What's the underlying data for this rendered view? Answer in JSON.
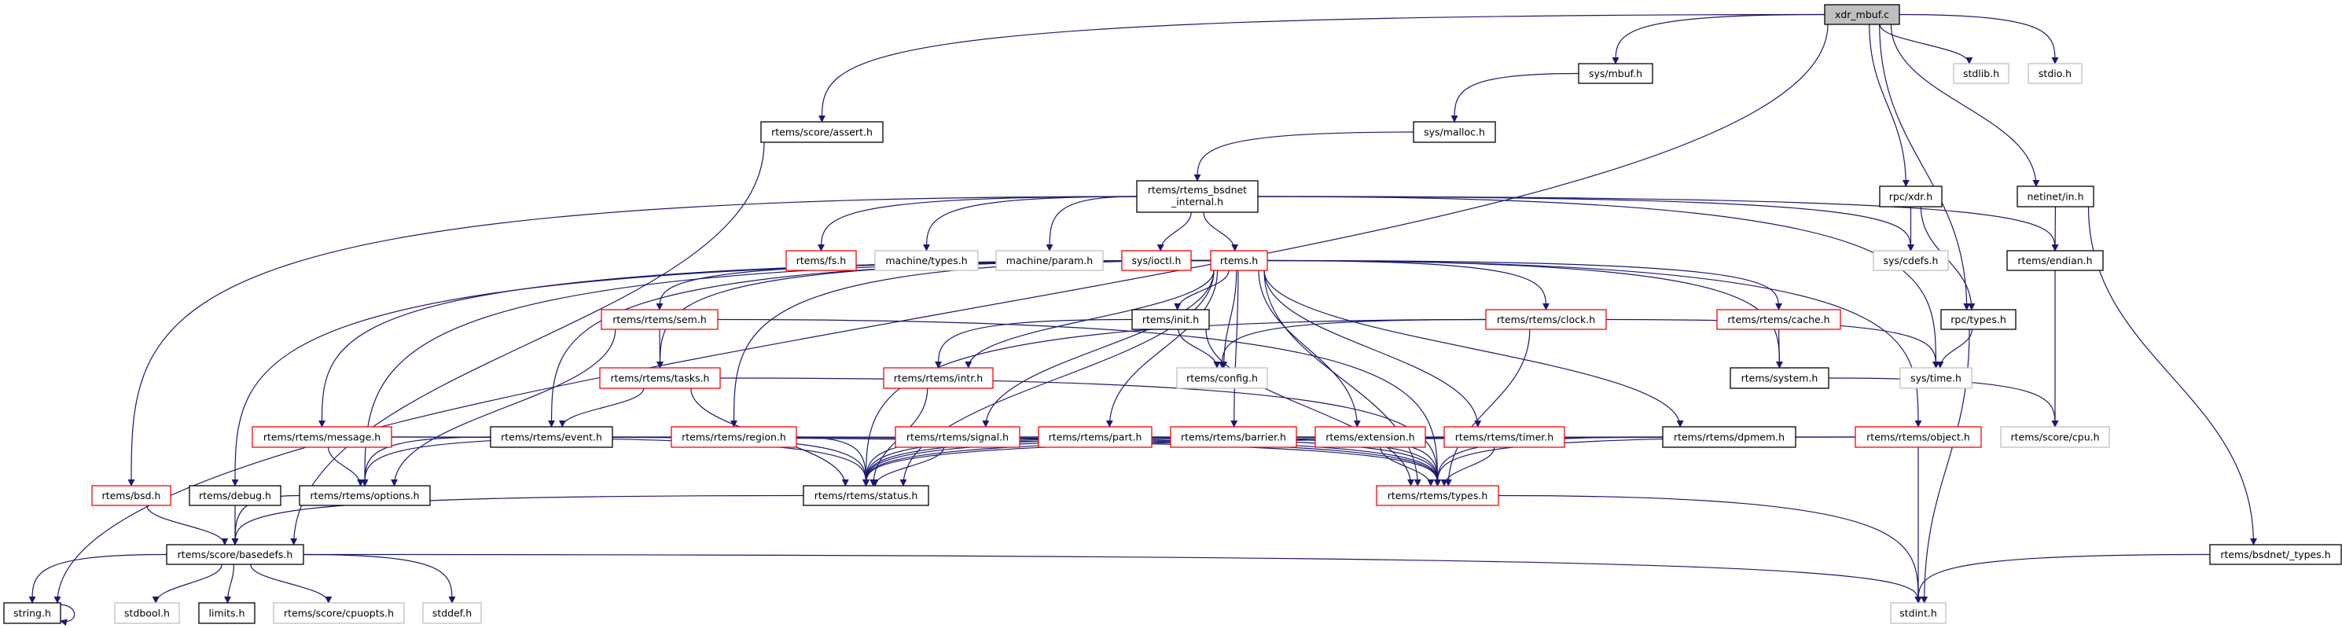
{
  "graph": {
    "edge_color": "#191970",
    "border_colors": {
      "documented": "#000000",
      "incomplete": "#ff0000",
      "external": "#bfbfbf"
    },
    "root_fill": "#bfbfbf"
  },
  "nodes": [
    {
      "id": "xdr_mbuf_c",
      "label": "xdr_mbuf.c",
      "style": "root"
    },
    {
      "id": "sys_mbuf",
      "label": "sys/mbuf.h",
      "style": "documented"
    },
    {
      "id": "stdlib",
      "label": "stdlib.h",
      "style": "external"
    },
    {
      "id": "stdio",
      "label": "stdio.h",
      "style": "external"
    },
    {
      "id": "assert",
      "label": "rtems/score/assert.h",
      "style": "documented"
    },
    {
      "id": "malloc",
      "label": "sys/malloc.h",
      "style": "documented"
    },
    {
      "id": "bsdnet_internal",
      "label": "rtems/rtems_bsdnet_internal.h",
      "label_lines": [
        "rtems/rtems_bsdnet",
        "_internal.h"
      ],
      "style": "documented"
    },
    {
      "id": "rpc_xdr",
      "label": "rpc/xdr.h",
      "style": "documented"
    },
    {
      "id": "netinet_in",
      "label": "netinet/in.h",
      "style": "documented"
    },
    {
      "id": "fs",
      "label": "rtems/fs.h",
      "style": "incomplete"
    },
    {
      "id": "machine_types",
      "label": "machine/types.h",
      "style": "external"
    },
    {
      "id": "machine_param",
      "label": "machine/param.h",
      "style": "external"
    },
    {
      "id": "ioctl",
      "label": "sys/ioctl.h",
      "style": "incomplete"
    },
    {
      "id": "rtems_h",
      "label": "rtems.h",
      "style": "incomplete"
    },
    {
      "id": "cdefs",
      "label": "sys/cdefs.h",
      "style": "external"
    },
    {
      "id": "endian",
      "label": "rtems/endian.h",
      "style": "documented"
    },
    {
      "id": "sem",
      "label": "rtems/rtems/sem.h",
      "style": "incomplete"
    },
    {
      "id": "init",
      "label": "rtems/init.h",
      "style": "documented"
    },
    {
      "id": "clock",
      "label": "rtems/rtems/clock.h",
      "style": "incomplete"
    },
    {
      "id": "cache",
      "label": "rtems/rtems/cache.h",
      "style": "incomplete"
    },
    {
      "id": "rpc_types",
      "label": "rpc/types.h",
      "style": "documented"
    },
    {
      "id": "tasks",
      "label": "rtems/rtems/tasks.h",
      "style": "incomplete"
    },
    {
      "id": "intr",
      "label": "rtems/rtems/intr.h",
      "style": "incomplete"
    },
    {
      "id": "config",
      "label": "rtems/config.h",
      "style": "external"
    },
    {
      "id": "system",
      "label": "rtems/system.h",
      "style": "documented"
    },
    {
      "id": "sys_time",
      "label": "sys/time.h",
      "style": "external"
    },
    {
      "id": "message",
      "label": "rtems/rtems/message.h",
      "style": "incomplete"
    },
    {
      "id": "event",
      "label": "rtems/rtems/event.h",
      "style": "documented"
    },
    {
      "id": "region",
      "label": "rtems/rtems/region.h",
      "style": "incomplete"
    },
    {
      "id": "signal",
      "label": "rtems/rtems/signal.h",
      "style": "incomplete"
    },
    {
      "id": "part",
      "label": "rtems/rtems/part.h",
      "style": "incomplete"
    },
    {
      "id": "barrier",
      "label": "rtems/rtems/barrier.h",
      "style": "incomplete"
    },
    {
      "id": "extension",
      "label": "rtems/extension.h",
      "style": "incomplete"
    },
    {
      "id": "timer",
      "label": "rtems/rtems/timer.h",
      "style": "incomplete"
    },
    {
      "id": "dpmem",
      "label": "rtems/rtems/dpmem.h",
      "style": "documented"
    },
    {
      "id": "object",
      "label": "rtems/rtems/object.h",
      "style": "incomplete"
    },
    {
      "id": "cpu",
      "label": "rtems/score/cpu.h",
      "style": "external"
    },
    {
      "id": "bsd",
      "label": "rtems/bsd.h",
      "style": "incomplete"
    },
    {
      "id": "debug",
      "label": "rtems/debug.h",
      "style": "documented"
    },
    {
      "id": "options",
      "label": "rtems/rtems/options.h",
      "style": "documented"
    },
    {
      "id": "status",
      "label": "rtems/rtems/status.h",
      "style": "documented"
    },
    {
      "id": "types",
      "label": "rtems/rtems/types.h",
      "style": "incomplete"
    },
    {
      "id": "basedefs",
      "label": "rtems/score/basedefs.h",
      "style": "documented"
    },
    {
      "id": "bsdnet_types",
      "label": "rtems/bsdnet/_types.h",
      "style": "documented"
    },
    {
      "id": "string",
      "label": "string.h",
      "style": "documented"
    },
    {
      "id": "stdbool",
      "label": "stdbool.h",
      "style": "external"
    },
    {
      "id": "limits",
      "label": "limits.h",
      "style": "documented"
    },
    {
      "id": "cpuopts",
      "label": "rtems/score/cpuopts.h",
      "style": "external"
    },
    {
      "id": "stddef",
      "label": "stddef.h",
      "style": "external"
    },
    {
      "id": "stdint",
      "label": "stdint.h",
      "style": "external"
    }
  ],
  "edges": [
    [
      "xdr_mbuf_c",
      "string"
    ],
    [
      "xdr_mbuf_c",
      "assert"
    ],
    [
      "xdr_mbuf_c",
      "sys_mbuf"
    ],
    [
      "xdr_mbuf_c",
      "stdlib"
    ],
    [
      "xdr_mbuf_c",
      "stdio"
    ],
    [
      "xdr_mbuf_c",
      "rpc_xdr"
    ],
    [
      "xdr_mbuf_c",
      "netinet_in"
    ],
    [
      "xdr_mbuf_c",
      "rpc_types"
    ],
    [
      "sys_mbuf",
      "malloc"
    ],
    [
      "malloc",
      "bsdnet_internal"
    ],
    [
      "assert",
      "basedefs"
    ],
    [
      "bsdnet_internal",
      "bsd"
    ],
    [
      "bsdnet_internal",
      "fs"
    ],
    [
      "bsdnet_internal",
      "machine_types"
    ],
    [
      "bsdnet_internal",
      "machine_param"
    ],
    [
      "bsdnet_internal",
      "ioctl"
    ],
    [
      "bsdnet_internal",
      "rtems_h"
    ],
    [
      "bsdnet_internal",
      "cdefs"
    ],
    [
      "bsdnet_internal",
      "endian"
    ],
    [
      "bsdnet_internal",
      "sys_time"
    ],
    [
      "rpc_xdr",
      "cdefs"
    ],
    [
      "rpc_xdr",
      "rpc_types"
    ],
    [
      "netinet_in",
      "endian"
    ],
    [
      "netinet_in",
      "bsdnet_types"
    ],
    [
      "endian",
      "cpu"
    ],
    [
      "rpc_types",
      "sys_time"
    ],
    [
      "rpc_types",
      "stdint"
    ],
    [
      "rtems_h",
      "sem"
    ],
    [
      "rtems_h",
      "tasks"
    ],
    [
      "rtems_h",
      "init"
    ],
    [
      "rtems_h",
      "config"
    ],
    [
      "rtems_h",
      "intr"
    ],
    [
      "rtems_h",
      "clock"
    ],
    [
      "rtems_h",
      "cache"
    ],
    [
      "rtems_h",
      "system"
    ],
    [
      "rtems_h",
      "message"
    ],
    [
      "rtems_h",
      "event"
    ],
    [
      "rtems_h",
      "region"
    ],
    [
      "rtems_h",
      "signal"
    ],
    [
      "rtems_h",
      "part"
    ],
    [
      "rtems_h",
      "barrier"
    ],
    [
      "rtems_h",
      "extension"
    ],
    [
      "rtems_h",
      "timer"
    ],
    [
      "rtems_h",
      "dpmem"
    ],
    [
      "rtems_h",
      "object"
    ],
    [
      "rtems_h",
      "status"
    ],
    [
      "rtems_h",
      "types"
    ],
    [
      "rtems_h",
      "debug"
    ],
    [
      "rtems_h",
      "options"
    ],
    [
      "sem",
      "tasks"
    ],
    [
      "sem",
      "options"
    ],
    [
      "sem",
      "types"
    ],
    [
      "tasks",
      "event"
    ],
    [
      "tasks",
      "status"
    ],
    [
      "tasks",
      "types"
    ],
    [
      "event",
      "options"
    ],
    [
      "event",
      "status"
    ],
    [
      "event",
      "types"
    ],
    [
      "message",
      "options"
    ],
    [
      "message",
      "status"
    ],
    [
      "message",
      "types"
    ],
    [
      "region",
      "options"
    ],
    [
      "region",
      "status"
    ],
    [
      "region",
      "types"
    ],
    [
      "init",
      "intr"
    ],
    [
      "init",
      "config"
    ],
    [
      "init",
      "types"
    ],
    [
      "clock",
      "config"
    ],
    [
      "clock",
      "status"
    ],
    [
      "clock",
      "sys_time"
    ],
    [
      "clock",
      "types"
    ],
    [
      "cache",
      "system"
    ],
    [
      "system",
      "cpu"
    ],
    [
      "intr",
      "status"
    ],
    [
      "signal",
      "status"
    ],
    [
      "signal",
      "types"
    ],
    [
      "part",
      "status"
    ],
    [
      "part",
      "types"
    ],
    [
      "barrier",
      "status"
    ],
    [
      "barrier",
      "types"
    ],
    [
      "extension",
      "status"
    ],
    [
      "extension",
      "types"
    ],
    [
      "timer",
      "status"
    ],
    [
      "timer",
      "types"
    ],
    [
      "dpmem",
      "status"
    ],
    [
      "dpmem",
      "types"
    ],
    [
      "object",
      "status"
    ],
    [
      "object",
      "types"
    ],
    [
      "object",
      "stdint"
    ],
    [
      "types",
      "stdint"
    ],
    [
      "status",
      "basedefs"
    ],
    [
      "options",
      "basedefs"
    ],
    [
      "bsd",
      "basedefs"
    ],
    [
      "debug",
      "basedefs"
    ],
    [
      "basedefs",
      "string"
    ],
    [
      "basedefs",
      "stdbool"
    ],
    [
      "basedefs",
      "limits"
    ],
    [
      "basedefs",
      "cpuopts"
    ],
    [
      "basedefs",
      "stddef"
    ],
    [
      "basedefs",
      "stdint"
    ],
    [
      "bsdnet_types",
      "stdint"
    ],
    [
      "string",
      "string"
    ]
  ]
}
